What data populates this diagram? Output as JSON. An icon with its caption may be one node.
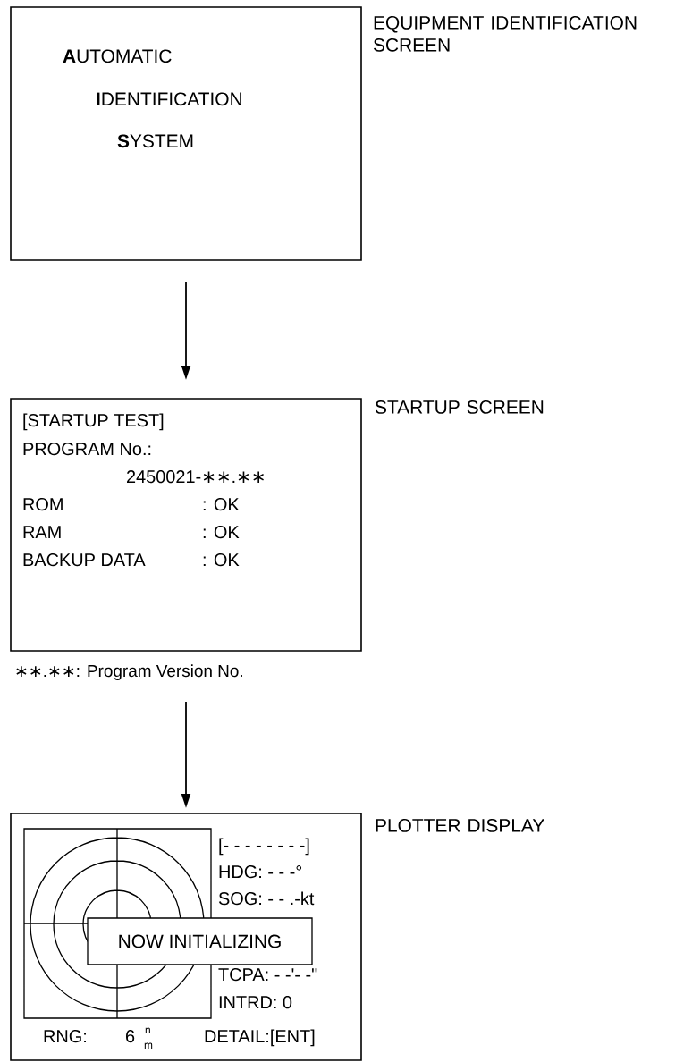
{
  "diagram": {
    "nodes": [
      {
        "text": [
          "**A**UTOMATIC",
          "**I**DENTIFICATION",
          "**S**YSTEM"
        ],
        "beside": [
          "EQUIPMENT IDENTIFICATION SCREEN"
        ]
      },
      {
        "text": [
          "[STARTUP TEST]",
          "PROGRAM No.:",
          "2450021-∗∗.∗∗",
          "ROM",
          ": OK",
          "RAM",
          ": OK",
          "BACKUP DATA",
          ": OK"
        ],
        "beside": [
          "STARTUP SCREEN",
          "∗∗.∗∗: Program Version No."
        ]
      },
      {
        "text": [
          "[- - - - - - - -]",
          "HDG: - - -°",
          "SOG: - - .-kt",
          "TCPA: - -'- -\"",
          "INTRD: 0",
          "RNG:",
          "6",
          "n",
          "m",
          "DETAIL:[ENT]"
        ],
        "beside": [
          "PLOTTER DISPLAY"
        ]
      },
      {
        "text": [
          "NOW INITIALIZING"
        ],
        "in": 2
      }
    ],
    "edges": [
      {
        "from": 0,
        "to": 1,
        "arrow": "to"
      },
      {
        "from": 1,
        "to": 2,
        "arrow": "to"
      }
    ]
  }
}
